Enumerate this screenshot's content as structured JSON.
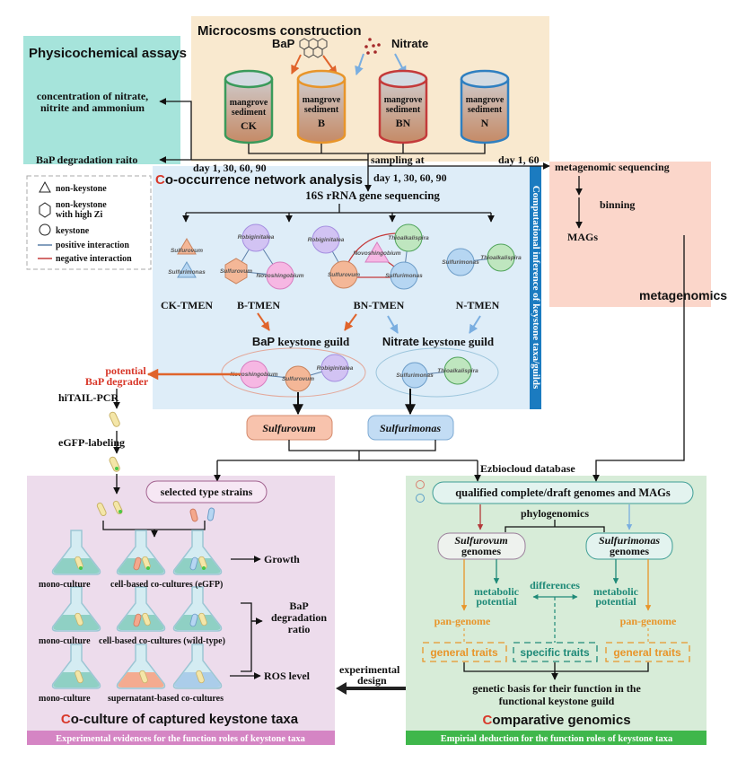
{
  "microcosms": {
    "title": "Microcosms construction",
    "bap_label": "BaP",
    "nitrate_label": "Nitrate",
    "reactors": [
      {
        "line1": "mangrove",
        "line2": "sediment",
        "code": "CK",
        "color": "#3a9a5a"
      },
      {
        "line1": "mangrove",
        "line2": "sediment",
        "code": "B",
        "color": "#e8952a"
      },
      {
        "line1": "mangrove",
        "line2": "sediment",
        "code": "BN",
        "color": "#c43a3a"
      },
      {
        "line1": "mangrove",
        "line2": "sediment",
        "code": "N",
        "color": "#2f7fc0"
      }
    ]
  },
  "physicochemical": {
    "title": "Physicochemical assays",
    "item1_line1": "concentration of nitrate,",
    "item1_line2": "nitrite and ammonium",
    "item2": "BaP degradation raito"
  },
  "sampling": {
    "label": "sampling at",
    "days_left": "day 1,  30,  60,  90",
    "days_center": "day 1,  30,  60,  90",
    "days_right": "day 1, 60"
  },
  "legend": {
    "non_keystone": "non-keystone",
    "non_keystone_high_zi_line1": "non-keystone",
    "non_keystone_high_zi_line2": "with high Zi",
    "keystone": "keystone",
    "positive": "positive interaction",
    "negative": "negative interaction",
    "positive_color": "#5b7fa8",
    "negative_color": "#c43a3a"
  },
  "network": {
    "title_initial": "C",
    "title_rest": "o-occurrence network analysis",
    "sequencing": "16S rRNA gene sequencing",
    "side_label": "Computational inference of keystone taxa/guilds",
    "taxa": {
      "sulfurovum": "Sulfurovum",
      "sulfurimonas": "Sulfurimonas",
      "robiginitalea": "Robiginitalea",
      "novoshingobium": "Novoshingobium",
      "thioalkalispira": "Thioalkalispira"
    },
    "tmen": [
      "CK-TMEN",
      "B-TMEN",
      "BN-TMEN",
      "N-TMEN"
    ],
    "bap_guild_bold": "BaP",
    "nitrate_guild_bold": "Nitrate",
    "guild_suffix": "keystone guild",
    "genus_left": "Sulfurovum",
    "genus_right": "Sulfurimonas"
  },
  "metagenomics": {
    "sequencing": "metagenomic sequencing",
    "binning": "binning",
    "mags": "MAGs",
    "title": "metagenomics"
  },
  "isolation": {
    "potential_line1": "potential",
    "potential_line2": "BaP degrader",
    "hitail": "hiTAIL-PCR",
    "egfp": "eGFP-labeling"
  },
  "coculture": {
    "selected": "selected type strains",
    "row1": {
      "mono": "mono-culture",
      "co": "cell-based co-cultures (eGFP)"
    },
    "row2": {
      "mono": "mono-culture",
      "co": "cell-based co-cultures (wild-type)"
    },
    "row3": {
      "mono": "mono-culture",
      "co": "supernatant-based co-cultures"
    },
    "growth": "Growth",
    "bap_line1": "BaP",
    "bap_line2": "degradation",
    "bap_line3": "ratio",
    "ros": "ROS level",
    "title_initial": "C",
    "title_rest": "o-culture of captured keystone taxa",
    "bar": "Experimental evidences for the function roles of keystone taxa",
    "experimental_line1": "experimental",
    "experimental_line2": "design"
  },
  "genomics": {
    "database": "Ezbiocloud database",
    "qualified": "qualified complete/draft genomes and MAGs",
    "phylogenomics": "phylogenomics",
    "left_genus": "Sulfurovum",
    "right_genus": "Sulfurimonas",
    "genomes": "genomes",
    "metabolic_line1": "metabolic",
    "metabolic_line2": "potential",
    "differences": "differences",
    "pan_genome": "pan-genome",
    "general_traits": "general traits",
    "specific_traits": "specific traits",
    "basis_line1": "genetic basis for their function in the",
    "basis_line2": "functional keystone guild",
    "title_initial": "C",
    "title_rest": "omparative genomics",
    "bar": "Empirial deduction for the function roles of keystone taxa"
  },
  "colors": {
    "microcosms_bg": "#f9e9cf",
    "physicochemical_bg": "#a6e4db",
    "network_bg": "#deedf8",
    "metagenomics_bg": "#fbd6ca",
    "coculture_bg": "#eddcec",
    "coculture_bar": "#d585c4",
    "genomics_bg": "#d7ecd8",
    "genomics_bar": "#3fb74b",
    "side_bar": "#1b7bc0"
  }
}
